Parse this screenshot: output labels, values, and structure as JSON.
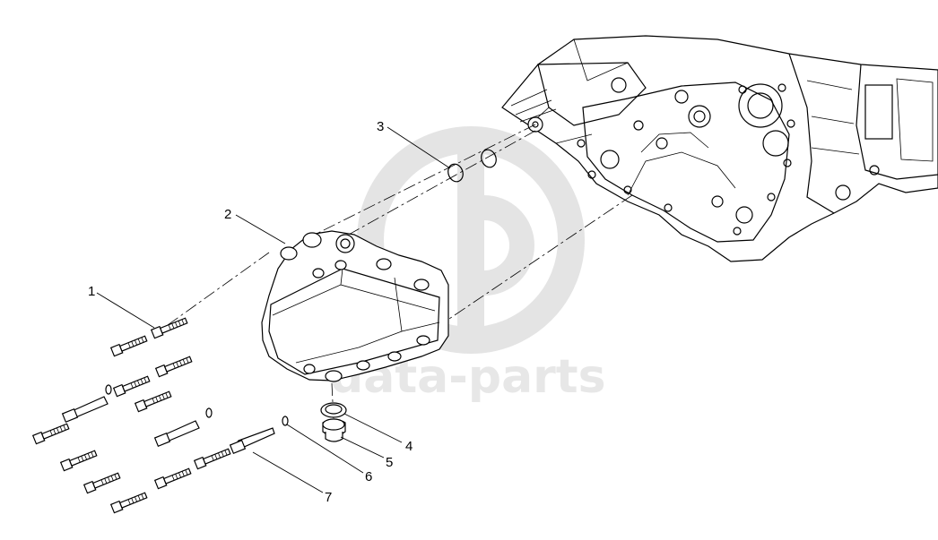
{
  "watermark": {
    "text": "data-parts",
    "color": "#d4d4d4"
  },
  "callouts": [
    {
      "id": "1",
      "label": "1"
    },
    {
      "id": "2",
      "label": "2"
    },
    {
      "id": "3",
      "label": "3"
    },
    {
      "id": "4",
      "label": "4"
    },
    {
      "id": "5",
      "label": "5"
    },
    {
      "id": "6",
      "label": "6"
    },
    {
      "id": "7",
      "label": "7"
    }
  ],
  "parts": {
    "engine_block": "engine-block",
    "cover": "oil-cooler-cover",
    "o_rings": "o-ring-pair",
    "seal": "seal-ring",
    "plug": "drain-plug",
    "washer": "washer",
    "stud": "stud-bolt",
    "bolts": "bolt-set"
  }
}
